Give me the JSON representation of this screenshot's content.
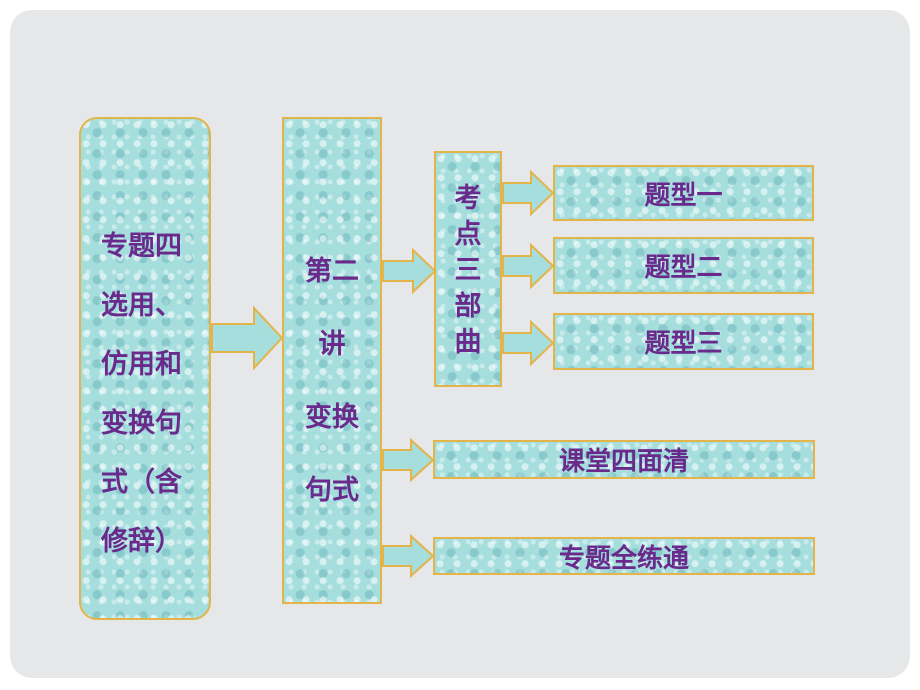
{
  "diagram": {
    "topic_lines": [
      "专题四",
      "选用、",
      "仿用和",
      "变换句",
      "式（含",
      "修辞）"
    ],
    "lesson_lines": [
      "第二",
      "讲",
      "变换",
      "句式"
    ],
    "section_chars": [
      "考",
      "点",
      "三",
      "部",
      "曲"
    ],
    "types": [
      "题型一",
      "题型二",
      "题型三"
    ],
    "class_review": "课堂四面清",
    "practice": "专题全练通"
  },
  "colors": {
    "slide_background": "#e6e7e8",
    "box_fill": "#a6dede",
    "box_border": "#e3b44a",
    "text": "#6a2a8c"
  }
}
